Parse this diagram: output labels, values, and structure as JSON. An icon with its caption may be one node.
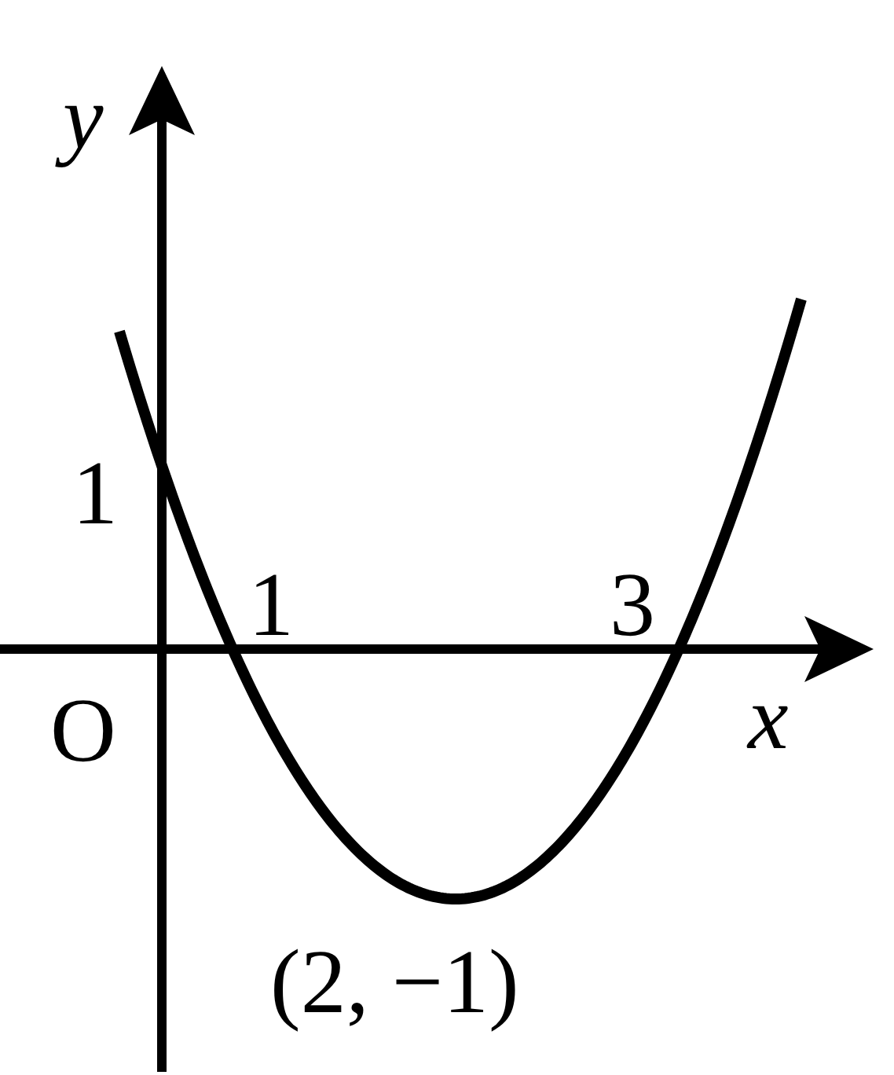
{
  "diagram": {
    "labels": [
      "y",
      "1",
      "1",
      "3",
      "O",
      "x",
      "(2, −1)"
    ]
  }
}
